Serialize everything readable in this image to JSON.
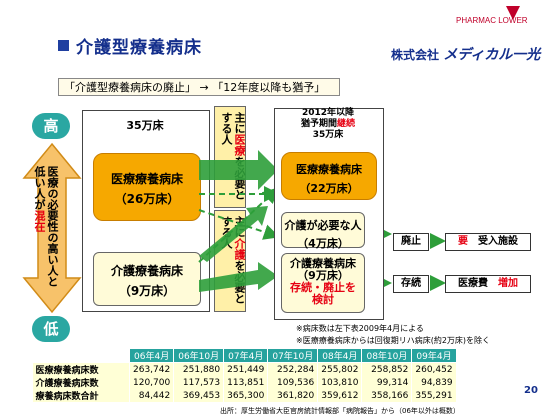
{
  "header": {
    "title": "介護型療養病床",
    "company_prefix": "株式会社",
    "company_brand": "メディカル一光",
    "logo_text": "PHARMAC    LOWER",
    "slide_number": "20"
  },
  "subtitle": "「介護型療養病床の廃止」 → 「12年度以降も猶予」",
  "axis": {
    "high": "高",
    "low": "低",
    "arrow_text": "医療の必要性の高い人と低い人が",
    "arrow_text_red": "混在"
  },
  "left_panel": {
    "header": "35万床",
    "medical_bed": "医療療養病床",
    "medical_count": "（26万床）",
    "care_bed": "介護療養病床",
    "care_count": "（9万床）"
  },
  "mid_bars": {
    "top_prefix": "主に",
    "top_red": "医療",
    "top_suffix": "を必要とする人",
    "bottom_prefix": "主に",
    "bottom_red": "介護",
    "bottom_suffix": "を必要とする人"
  },
  "right_panel": {
    "header_line1": "2012年以降",
    "header_line2_black": "猶予期間",
    "header_line2_red": "継続",
    "header_line3": "35万床",
    "medical_bed": "医療療養病床",
    "medical_count": "（22万床）",
    "care_need": "介護が必要な人",
    "care_need_count": "（4万床）",
    "care_bed": "介護療養病床",
    "care_count": "（9万床）",
    "care_note_line1": "存続・廃止を",
    "care_note_line2": "検討"
  },
  "legend": {
    "abolish_label": "廃止",
    "abolish_value_prefix": "要",
    "abolish_value_red": "",
    "abolish_value_suffix": "　受入施設",
    "continue_label": "存続",
    "continue_value_prefix": "医療費",
    "continue_value_red": "増加"
  },
  "notes": {
    "note1": "※病床数は左下表2009年4月による",
    "note2": "※医療療養病床からは回復期リハ病床(約2万床)を除く"
  },
  "table": {
    "columns": [
      "06年4月",
      "06年10月",
      "07年4月",
      "07年10月",
      "08年4月",
      "08年10月",
      "09年4月"
    ],
    "rows": [
      {
        "label": "医療療養病床数",
        "values": [
          "263,742",
          "251,880",
          "251,449",
          "252,284",
          "255,802",
          "258,852",
          "260,452"
        ]
      },
      {
        "label": "介護療養病床数",
        "values": [
          "120,700",
          "117,573",
          "113,851",
          "109,536",
          "103,810",
          "99,314",
          "94,839"
        ]
      },
      {
        "label": "療養病床数合計",
        "values": [
          "84,442",
          "369,453",
          "365,300",
          "361,820",
          "359,612",
          "358,166",
          "355,291"
        ]
      }
    ]
  },
  "source": "出所：厚生労働省大臣官房統計情報部「病院報告」から（06年以外は概数）",
  "colors": {
    "title_blue": "#142f8c",
    "teal": "#2aa7a2",
    "orange": "#f6a800",
    "green_arrow": "#2e9e3a",
    "red": "#e60012"
  }
}
